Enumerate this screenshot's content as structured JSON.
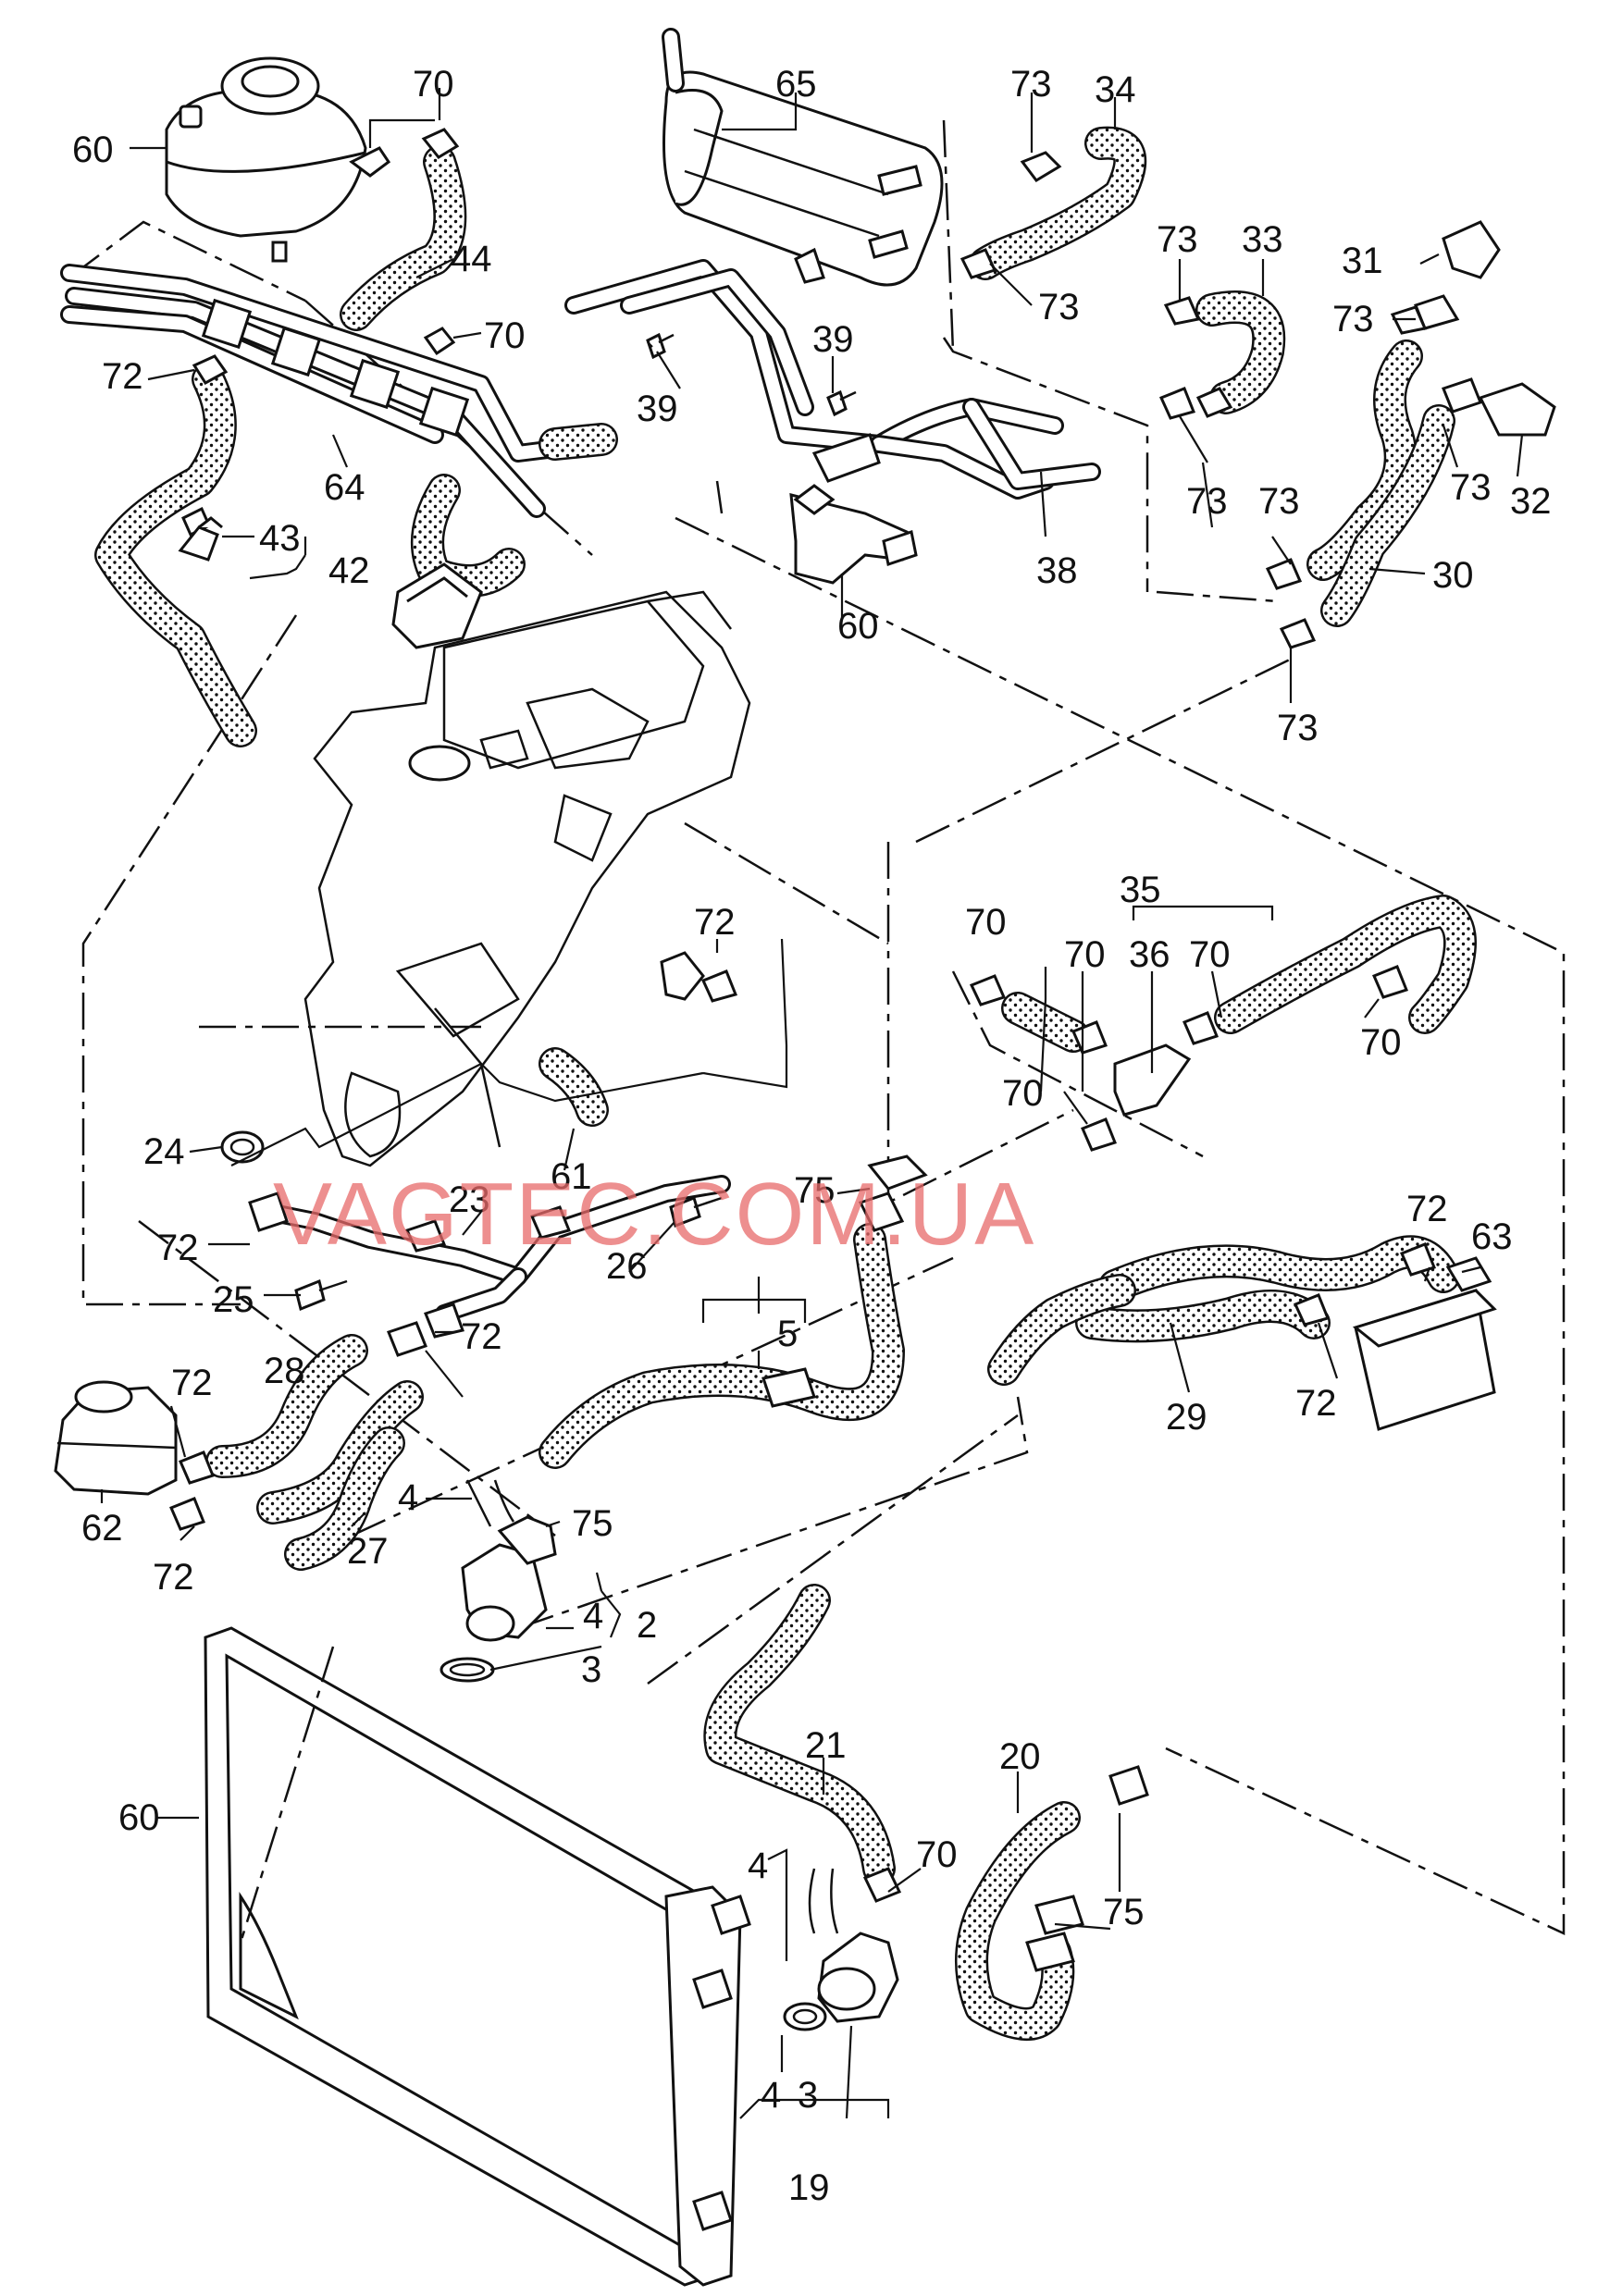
{
  "watermark": "VAGTEC.COM.UA",
  "callouts": {
    "c60a": "60",
    "c70a": "70",
    "c44": "44",
    "c70b": "70",
    "c65": "65",
    "c73a": "73",
    "c34": "34",
    "c73b": "73",
    "c73c": "73",
    "c33": "33",
    "c31": "31",
    "c73d": "73",
    "c39a": "39",
    "c39b": "39",
    "c72a": "72",
    "c64": "64",
    "c73e": "73",
    "c73f": "73",
    "c32": "32",
    "c43": "43",
    "c42": "42",
    "c60b": "60",
    "c38": "38",
    "c73g": "73",
    "c30": "30",
    "c73h": "73",
    "c35": "35",
    "c72b": "72",
    "c70c": "70",
    "c70d": "70",
    "c36": "36",
    "c70e": "70",
    "c70f": "70",
    "c70g": "70",
    "c24": "24",
    "c61": "61",
    "c23": "23",
    "c75a": "75",
    "c72c": "72",
    "c63": "63",
    "c72d": "72",
    "c26": "26",
    "c25": "25",
    "c72e": "72",
    "c5": "5",
    "c29": "29",
    "c72f": "72",
    "c72g": "72",
    "c28": "28",
    "c62": "62",
    "c4a": "4",
    "c75b": "75",
    "c27": "27",
    "c72h": "72",
    "c4b": "4",
    "c2": "2",
    "c3a": "3",
    "c60c": "60",
    "c21": "21",
    "c20": "20",
    "c4c": "4",
    "c70h": "70",
    "c75c": "75",
    "c4d": "4",
    "c3b": "3",
    "c19": "19"
  }
}
